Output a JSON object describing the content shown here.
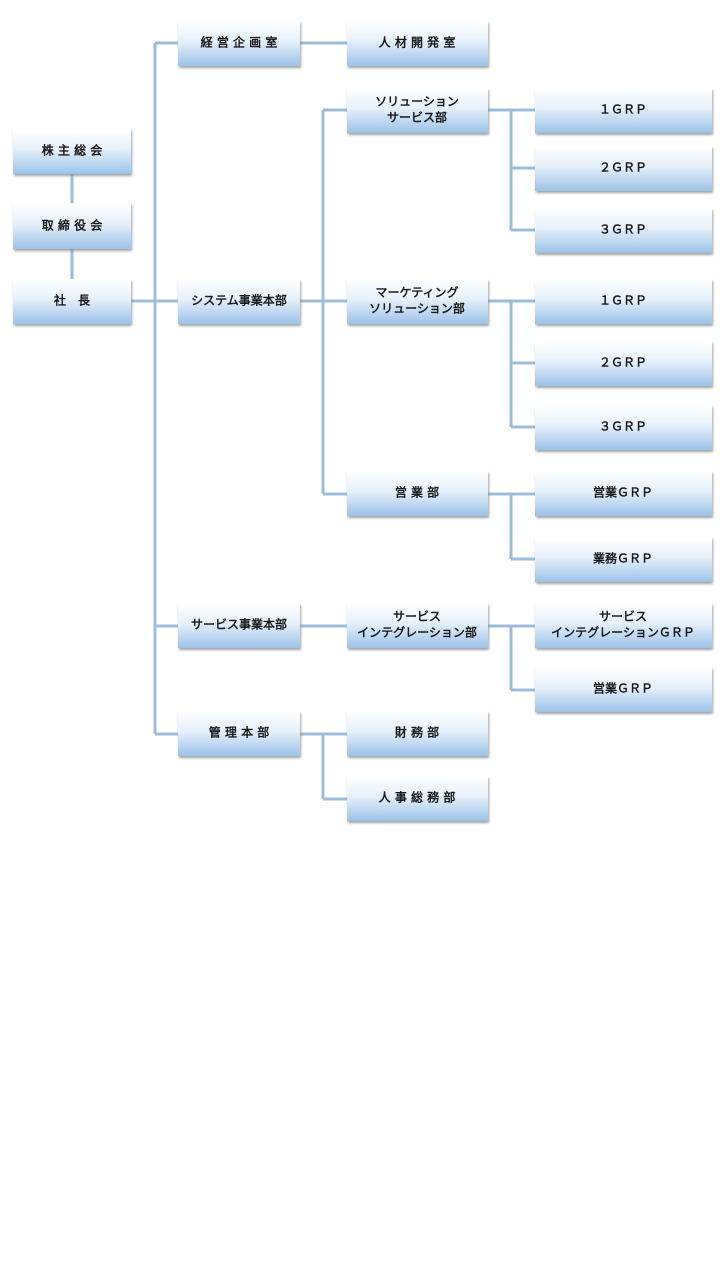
{
  "colors": {
    "line": "#9dbdd9",
    "box_top": "#ffffff",
    "box_bottom": "#9cc2e8",
    "shadow": "#9a9a9a"
  },
  "nodes": {
    "shareholders": "株 主 総 会",
    "board": "取 締 役 会",
    "president": "社　長",
    "planning": "経 営 企 画 室",
    "hr_dev": "人 材 開 発 室",
    "system_div": "システム事業本部",
    "solution_svc": [
      "ソリューション",
      "サービス部"
    ],
    "sol_grp1": "１ＧＲＰ",
    "sol_grp2": "２ＧＲＰ",
    "sol_grp3": "３ＧＲＰ",
    "marketing": [
      "マーケティング",
      "ソリューション部"
    ],
    "mkt_grp1": "１ＧＲＰ",
    "mkt_grp2": "２ＧＲＰ",
    "mkt_grp3": "３ＧＲＰ",
    "sales_dept": "営 業 部",
    "sales_grp": "営業ＧＲＰ",
    "ops_grp": "業務ＧＲＰ",
    "service_div": "サービス事業本部",
    "service_integration": [
      "サービス",
      "インテグレーション部"
    ],
    "si_grp": [
      "サービス",
      "インテグレーションＧＲＰ"
    ],
    "si_sales_grp": "営業ＧＲＰ",
    "admin_div": "管 理 本 部",
    "finance": "財 務 部",
    "hr_general": "人 事 総 務 部"
  }
}
